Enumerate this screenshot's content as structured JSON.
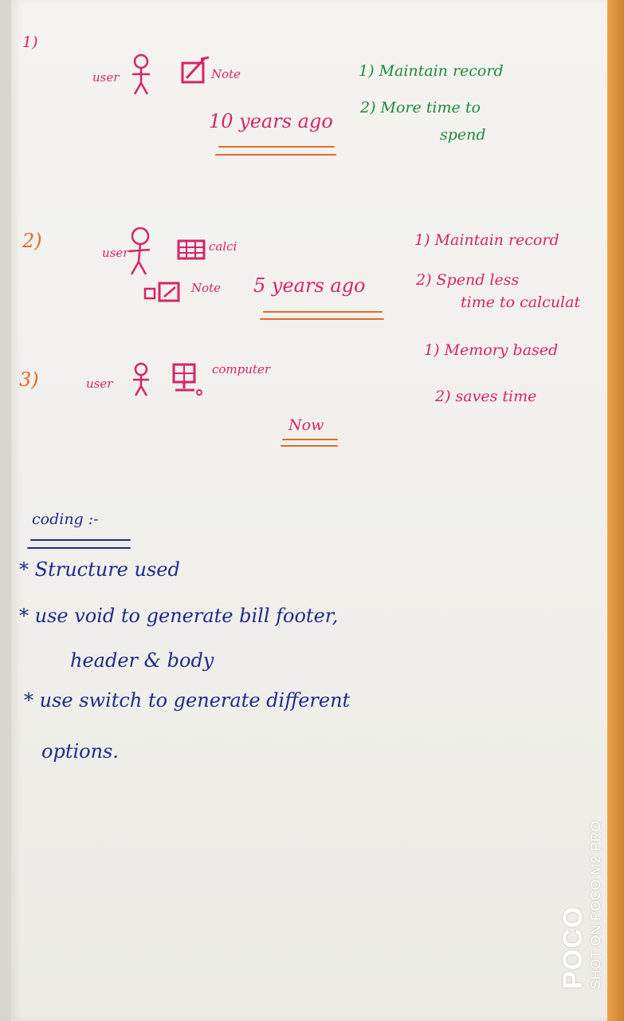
{
  "section1": {
    "num": "1)",
    "user": "user",
    "note": "Note",
    "time": "10 years ago",
    "point1": "1) Maintain record",
    "point2a": "2) More time to",
    "point2b": "spend"
  },
  "section2": {
    "num": "2)",
    "user": "user",
    "calc": "calci",
    "note": "Note",
    "time": "5 years ago",
    "point1": "1) Maintain record",
    "point2a": "2) Spend less",
    "point2b": "time to calculat"
  },
  "section3": {
    "num": "3)",
    "user": "user",
    "computer": "computer",
    "time": "Now",
    "point1": "1) Memory based",
    "point2": "2) saves time"
  },
  "coding": {
    "heading": "coding :-",
    "line1": "* Structure used",
    "line2a": "* use void to generate bill footer,",
    "line2b": "header & body",
    "line3a": "* use switch to generate different",
    "line3b": "options."
  },
  "watermark": {
    "brand": "POCO",
    "caption": "SHOT ON POCO M2 PRO"
  },
  "colors": {
    "pink": "#d6246a",
    "green": "#1d8a3b",
    "orange": "#e26a2c",
    "blue": "#1e2a8c"
  }
}
